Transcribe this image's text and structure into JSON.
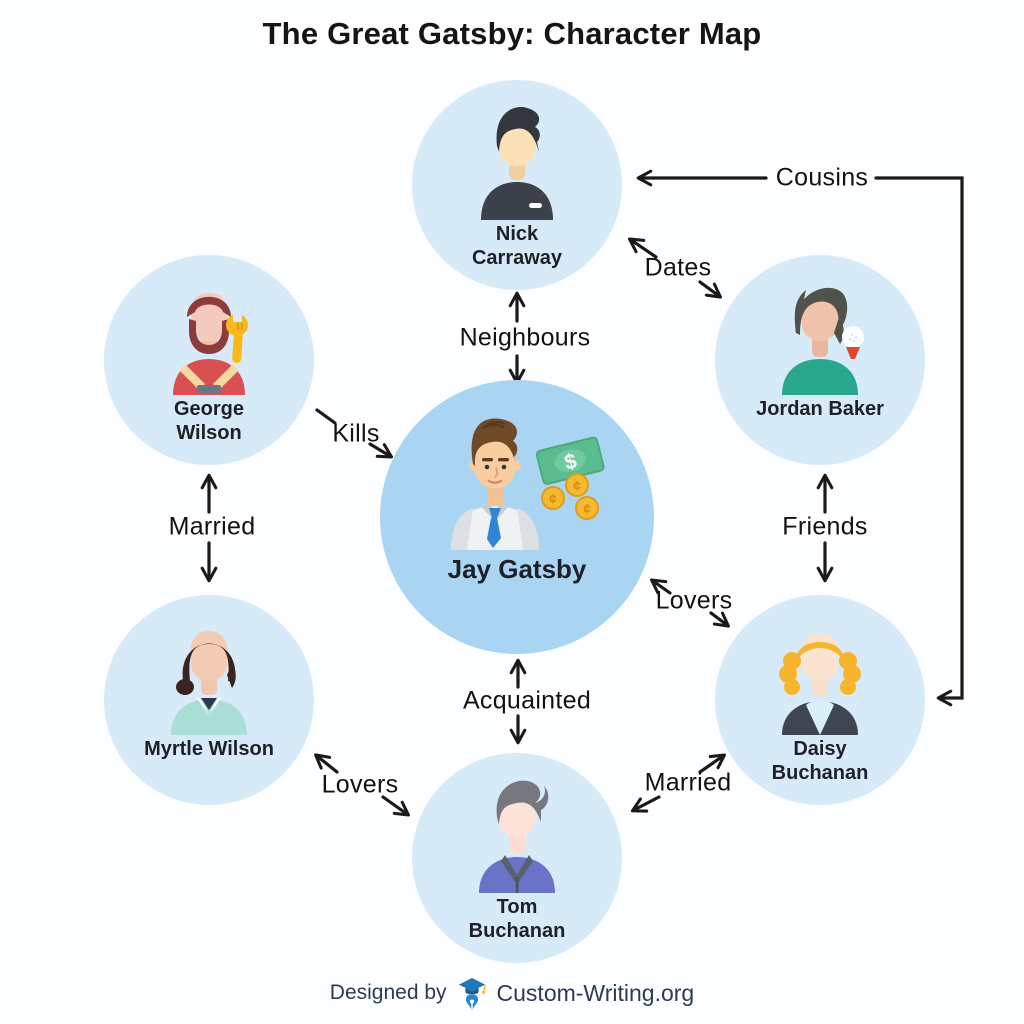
{
  "title": "The Great Gatsby: Character Map",
  "characters": [
    {
      "name": "Jay Gatsby",
      "position": "center",
      "accessory": "money"
    },
    {
      "name": "Nick Carraway",
      "position": "top"
    },
    {
      "name": "George Wilson",
      "position": "upper-left",
      "accessory": "wrench"
    },
    {
      "name": "Jordan Baker",
      "position": "upper-right",
      "accessory": "golf-ball"
    },
    {
      "name": "Myrtle Wilson",
      "position": "lower-left"
    },
    {
      "name": "Daisy Buchanan",
      "position": "lower-right"
    },
    {
      "name": "Tom Buchanan",
      "position": "bottom"
    }
  ],
  "relationships": [
    {
      "label": "Neighbours",
      "from": "Jay Gatsby",
      "to": "Nick Carraway"
    },
    {
      "label": "Cousins",
      "from": "Daisy Buchanan",
      "to": "Nick Carraway"
    },
    {
      "label": "Dates",
      "from": "Nick Carraway",
      "to": "Jordan Baker"
    },
    {
      "label": "Kills",
      "from": "George Wilson",
      "to": "Jay Gatsby"
    },
    {
      "label": "Married",
      "from": "George Wilson",
      "to": "Myrtle Wilson"
    },
    {
      "label": "Friends",
      "from": "Jordan Baker",
      "to": "Daisy Buchanan"
    },
    {
      "label": "Lovers",
      "from": "Jay Gatsby",
      "to": "Daisy Buchanan"
    },
    {
      "label": "Acquainted",
      "from": "Jay Gatsby",
      "to": "Tom Buchanan"
    },
    {
      "label": "Lovers",
      "from": "Myrtle Wilson",
      "to": "Tom Buchanan"
    },
    {
      "label": "Married",
      "from": "Tom Buchanan",
      "to": "Daisy Buchanan"
    }
  ],
  "footer": {
    "designed_by": "Designed by",
    "brand": "Custom-Writing.org"
  },
  "colors": {
    "background": "#FDFEFF",
    "outer_circle": "#D7EAF8",
    "center_circle": "#A9D5F3",
    "arrow": "#1A1A1A",
    "title_text": "#151515",
    "name_text": "#1E2029",
    "footer_text": "#2C3A55",
    "brand_blue": "#2176BC",
    "money_green": "#5BBC8F",
    "coin_gold": "#F6BA31"
  }
}
